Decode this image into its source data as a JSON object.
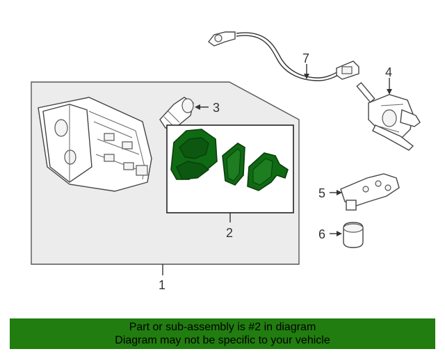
{
  "diagram": {
    "callouts": {
      "c1": "1",
      "c2": "2",
      "c3": "3",
      "c4": "4",
      "c5": "5",
      "c6": "6",
      "c7": "7"
    },
    "highlight_color": "#0f6a14"
  },
  "banner": {
    "line1": "Part or sub-assembly is #2 in diagram",
    "line2": "Diagram may not be specific to your vehicle",
    "background": "#217d0f"
  }
}
